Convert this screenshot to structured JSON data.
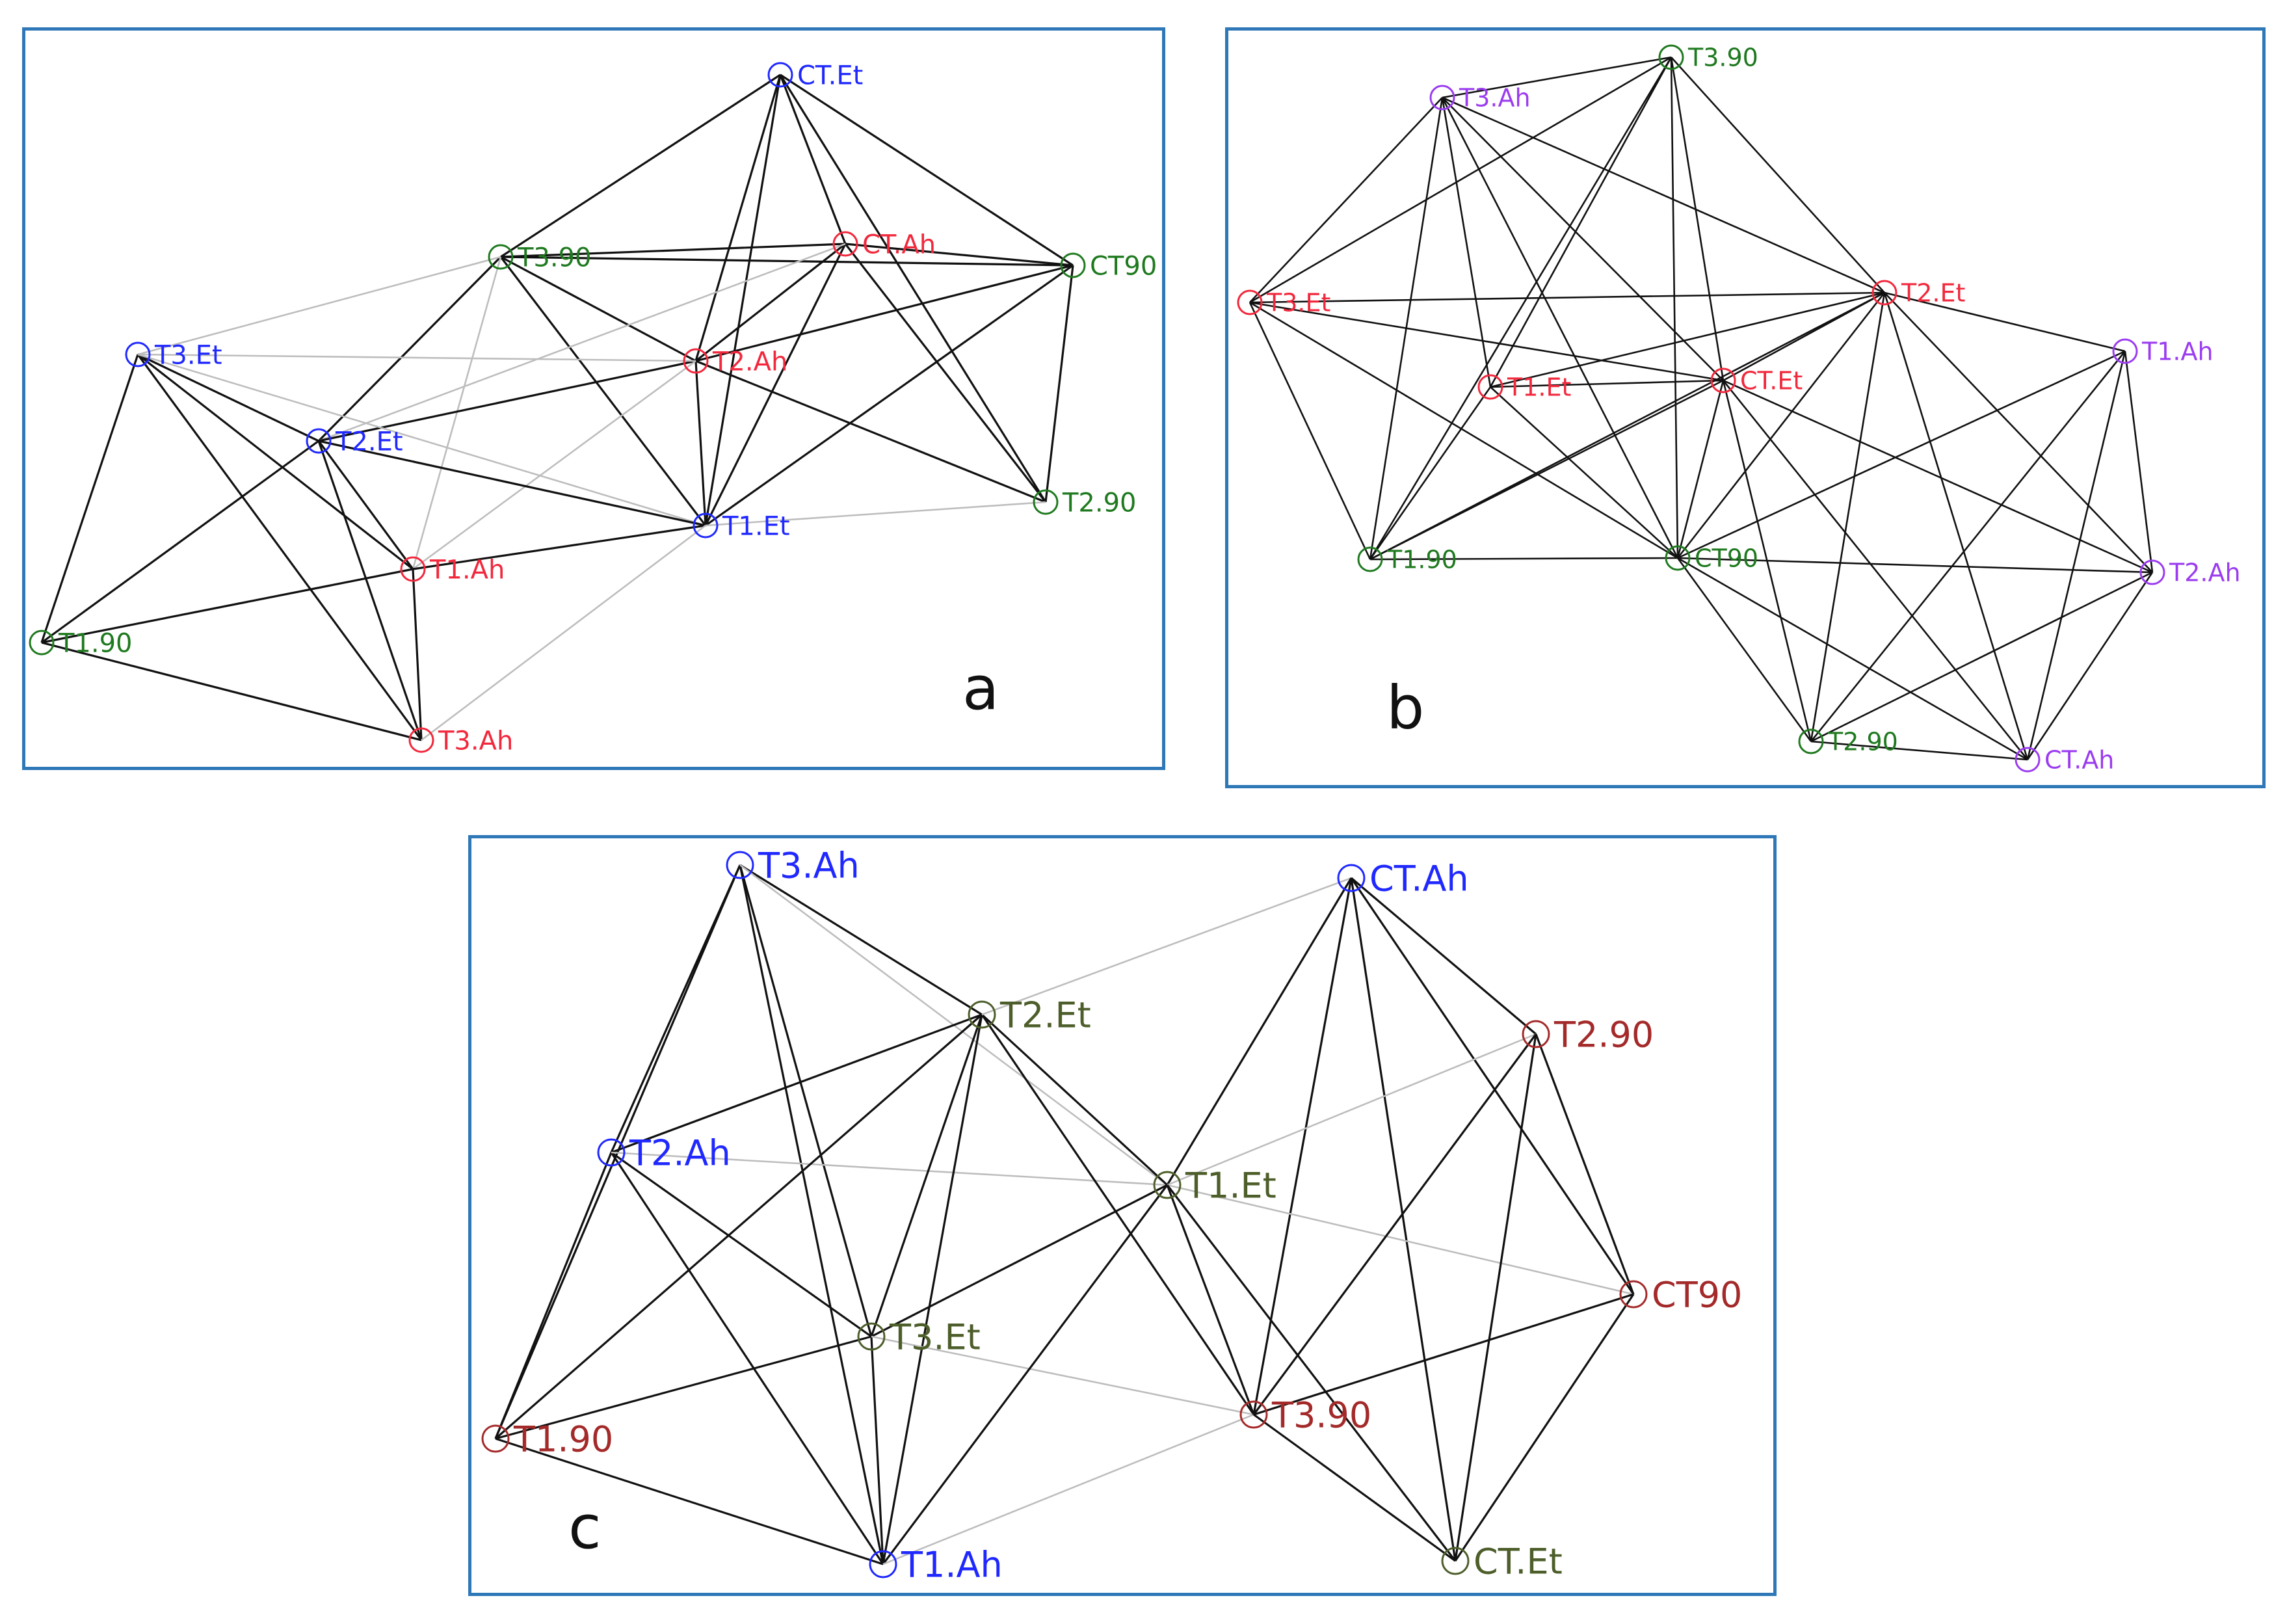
{
  "colors": {
    "blue": "#1f28ff",
    "red": "#f2283c",
    "green": "#1f7a1f",
    "purple": "#9b3cf0",
    "olive": "#4d5e2a",
    "darkred": "#a42a2a",
    "edge_dark": "#111111",
    "edge_light": "#bdbdbd"
  },
  "panels": [
    {
      "letter": "a",
      "nodes": [
        {
          "id": "CT.Et",
          "label": "CT.Et",
          "color": "blue"
        },
        {
          "id": "T3.90",
          "label": "T3.90",
          "color": "green"
        },
        {
          "id": "CT.Ah",
          "label": "CT.Ah",
          "color": "red"
        },
        {
          "id": "CT90",
          "label": "CT90",
          "color": "green"
        },
        {
          "id": "T3.Et",
          "label": "T3.Et",
          "color": "blue"
        },
        {
          "id": "T2.Ah",
          "label": "T2.Ah",
          "color": "red"
        },
        {
          "id": "T2.Et",
          "label": "T2.Et",
          "color": "blue"
        },
        {
          "id": "T1.Et",
          "label": "T1.Et",
          "color": "blue"
        },
        {
          "id": "T2.90",
          "label": "T2.90",
          "color": "green"
        },
        {
          "id": "T1.Ah",
          "label": "T1.Ah",
          "color": "red"
        },
        {
          "id": "T1.90",
          "label": "T1.90",
          "color": "green"
        },
        {
          "id": "T3.Ah",
          "label": "T3.Ah",
          "color": "red"
        }
      ],
      "edges": [
        [
          "CT.Et",
          "T3.90",
          1
        ],
        [
          "CT.Et",
          "CT.Ah",
          1
        ],
        [
          "CT.Et",
          "CT90",
          1
        ],
        [
          "CT.Et",
          "T2.Ah",
          1
        ],
        [
          "CT.Et",
          "T1.Et",
          1
        ],
        [
          "CT.Et",
          "T2.90",
          1
        ],
        [
          "T3.90",
          "CT.Ah",
          1
        ],
        [
          "T3.90",
          "CT90",
          1
        ],
        [
          "T3.90",
          "T2.Ah",
          1
        ],
        [
          "T3.90",
          "T1.Et",
          1
        ],
        [
          "T3.90",
          "T2.Et",
          1
        ],
        [
          "T3.90",
          "T1.Ah",
          0
        ],
        [
          "CT.Ah",
          "CT90",
          1
        ],
        [
          "CT.Ah",
          "T2.Ah",
          1
        ],
        [
          "CT.Ah",
          "T1.Et",
          1
        ],
        [
          "CT.Ah",
          "T2.90",
          1
        ],
        [
          "CT.Ah",
          "T2.Et",
          0
        ],
        [
          "CT90",
          "T2.Ah",
          1
        ],
        [
          "CT90",
          "T1.Et",
          1
        ],
        [
          "CT90",
          "T2.90",
          1
        ],
        [
          "T2.Ah",
          "T1.Et",
          1
        ],
        [
          "T2.Ah",
          "T2.90",
          1
        ],
        [
          "T2.Ah",
          "T2.Et",
          1
        ],
        [
          "T2.Ah",
          "T1.Ah",
          0
        ],
        [
          "T3.Et",
          "T3.90",
          0
        ],
        [
          "T3.Et",
          "T2.Ah",
          0
        ],
        [
          "T3.Et",
          "T2.Et",
          1
        ],
        [
          "T3.Et",
          "T1.Ah",
          1
        ],
        [
          "T3.Et",
          "T1.90",
          1
        ],
        [
          "T3.Et",
          "T3.Ah",
          1
        ],
        [
          "T3.Et",
          "T1.Et",
          0
        ],
        [
          "T2.Et",
          "T1.Et",
          1
        ],
        [
          "T2.Et",
          "T1.Ah",
          1
        ],
        [
          "T2.Et",
          "T1.90",
          1
        ],
        [
          "T2.Et",
          "T3.Ah",
          1
        ],
        [
          "T1.Ah",
          "T1.Et",
          1
        ],
        [
          "T1.Ah",
          "T1.90",
          1
        ],
        [
          "T1.Ah",
          "T3.Ah",
          1
        ],
        [
          "T1.90",
          "T3.Ah",
          1
        ],
        [
          "T1.Et",
          "T2.90",
          0
        ],
        [
          "T1.Et",
          "T3.Ah",
          0
        ]
      ]
    },
    {
      "letter": "b",
      "nodes": [
        {
          "id": "T3.90",
          "label": "T3.90",
          "color": "green"
        },
        {
          "id": "T3.Ah",
          "label": "T3.Ah",
          "color": "purple"
        },
        {
          "id": "T3.Et",
          "label": "T3.Et",
          "color": "red"
        },
        {
          "id": "T2.Et",
          "label": "T2.Et",
          "color": "red"
        },
        {
          "id": "T1.Ah",
          "label": "T1.Ah",
          "color": "purple"
        },
        {
          "id": "T1.Et",
          "label": "T1.Et",
          "color": "red"
        },
        {
          "id": "CT.Et",
          "label": "CT.Et",
          "color": "red"
        },
        {
          "id": "T1.90",
          "label": "T1.90",
          "color": "green"
        },
        {
          "id": "CT90",
          "label": "CT90",
          "color": "green"
        },
        {
          "id": "T2.Ah",
          "label": "T2.Ah",
          "color": "purple"
        },
        {
          "id": "T2.90",
          "label": "T2.90",
          "color": "green"
        },
        {
          "id": "CT.Ah",
          "label": "CT.Ah",
          "color": "purple"
        }
      ],
      "edges": [
        [
          "T3.90",
          "T3.Ah",
          1
        ],
        [
          "T3.90",
          "T3.Et",
          1
        ],
        [
          "T3.90",
          "T2.Et",
          1
        ],
        [
          "T3.90",
          "T1.90",
          1
        ],
        [
          "T3.90",
          "CT90",
          1
        ],
        [
          "T3.90",
          "CT.Et",
          1
        ],
        [
          "T3.90",
          "T1.Et",
          1
        ],
        [
          "T3.Ah",
          "T3.Et",
          1
        ],
        [
          "T3.Ah",
          "T2.Et",
          1
        ],
        [
          "T3.Ah",
          "T1.90",
          1
        ],
        [
          "T3.Ah",
          "CT90",
          1
        ],
        [
          "T3.Ah",
          "CT.Et",
          1
        ],
        [
          "T3.Ah",
          "T1.Et",
          1
        ],
        [
          "T3.Et",
          "T1.90",
          1
        ],
        [
          "T3.Et",
          "CT.Et",
          1
        ],
        [
          "T3.Et",
          "CT90",
          1
        ],
        [
          "T3.Et",
          "T2.Et",
          1
        ],
        [
          "T1.Et",
          "CT.Et",
          1
        ],
        [
          "T1.Et",
          "T2.Et",
          1
        ],
        [
          "T1.Et",
          "T1.90",
          1
        ],
        [
          "T1.Et",
          "CT90",
          1
        ],
        [
          "CT.Et",
          "T2.Et",
          1
        ],
        [
          "CT.Et",
          "T1.90",
          1
        ],
        [
          "CT.Et",
          "CT90",
          1
        ],
        [
          "CT.Et",
          "T2.90",
          1
        ],
        [
          "CT.Et",
          "T2.Ah",
          1
        ],
        [
          "CT.Et",
          "CT.Ah",
          1
        ],
        [
          "T1.90",
          "CT90",
          1
        ],
        [
          "T1.90",
          "T2.Et",
          1
        ],
        [
          "T2.Et",
          "T1.Ah",
          1
        ],
        [
          "T2.Et",
          "CT90",
          1
        ],
        [
          "T2.Et",
          "T2.Ah",
          1
        ],
        [
          "T2.Et",
          "T2.90",
          1
        ],
        [
          "T2.Et",
          "CT.Ah",
          1
        ],
        [
          "T1.Ah",
          "CT90",
          1
        ],
        [
          "T1.Ah",
          "T2.Ah",
          1
        ],
        [
          "T1.Ah",
          "T2.90",
          1
        ],
        [
          "T1.Ah",
          "CT.Ah",
          1
        ],
        [
          "CT90",
          "T2.Ah",
          1
        ],
        [
          "CT90",
          "T2.90",
          1
        ],
        [
          "CT90",
          "CT.Ah",
          1
        ],
        [
          "T2.Ah",
          "T2.90",
          1
        ],
        [
          "T2.Ah",
          "CT.Ah",
          1
        ],
        [
          "T2.90",
          "CT.Ah",
          1
        ]
      ]
    },
    {
      "letter": "c",
      "nodes": [
        {
          "id": "T3.Ah",
          "label": "T3.Ah",
          "color": "blue"
        },
        {
          "id": "CT.Ah",
          "label": "CT.Ah",
          "color": "blue"
        },
        {
          "id": "T2.Et",
          "label": "T2.Et",
          "color": "olive"
        },
        {
          "id": "T2.90",
          "label": "T2.90",
          "color": "darkred"
        },
        {
          "id": "T2.Ah",
          "label": "T2.Ah",
          "color": "blue"
        },
        {
          "id": "T1.Et",
          "label": "T1.Et",
          "color": "olive"
        },
        {
          "id": "CT90",
          "label": "CT90",
          "color": "darkred"
        },
        {
          "id": "T3.Et",
          "label": "T3.Et",
          "color": "olive"
        },
        {
          "id": "T3.90",
          "label": "T3.90",
          "color": "darkred"
        },
        {
          "id": "T1.90",
          "label": "T1.90",
          "color": "darkred"
        },
        {
          "id": "T1.Ah",
          "label": "T1.Ah",
          "color": "blue"
        },
        {
          "id": "CT.Et",
          "label": "CT.Et",
          "color": "olive"
        }
      ],
      "edges": [
        [
          "T3.Ah",
          "T2.Ah",
          1
        ],
        [
          "T3.Ah",
          "T1.90",
          1
        ],
        [
          "T3.Ah",
          "T3.Et",
          1
        ],
        [
          "T3.Ah",
          "T1.Ah",
          1
        ],
        [
          "T3.Ah",
          "T2.Et",
          1
        ],
        [
          "T3.Ah",
          "T1.Et",
          0
        ],
        [
          "T2.Ah",
          "T2.Et",
          1
        ],
        [
          "T2.Ah",
          "T1.90",
          1
        ],
        [
          "T2.Ah",
          "T3.Et",
          1
        ],
        [
          "T2.Ah",
          "T1.Ah",
          1
        ],
        [
          "T2.Ah",
          "T1.Et",
          0
        ],
        [
          "T2.Et",
          "T3.Et",
          1
        ],
        [
          "T2.Et",
          "T1.Ah",
          1
        ],
        [
          "T2.Et",
          "T1.90",
          1
        ],
        [
          "T2.Et",
          "T1.Et",
          1
        ],
        [
          "T2.Et",
          "T3.90",
          1
        ],
        [
          "T2.Et",
          "CT.Ah",
          0
        ],
        [
          "T3.Et",
          "T1.90",
          1
        ],
        [
          "T3.Et",
          "T1.Ah",
          1
        ],
        [
          "T3.Et",
          "T1.Et",
          1
        ],
        [
          "T3.Et",
          "T3.90",
          0
        ],
        [
          "T1.90",
          "T1.Ah",
          1
        ],
        [
          "T1.Ah",
          "T1.Et",
          1
        ],
        [
          "T1.Ah",
          "T3.90",
          0
        ],
        [
          "CT.Ah",
          "T1.Et",
          1
        ],
        [
          "CT.Ah",
          "T2.90",
          1
        ],
        [
          "CT.Ah",
          "CT90",
          1
        ],
        [
          "CT.Ah",
          "T3.90",
          1
        ],
        [
          "CT.Ah",
          "CT.Et",
          1
        ],
        [
          "T1.Et",
          "T2.90",
          0
        ],
        [
          "T1.Et",
          "CT90",
          0
        ],
        [
          "T1.Et",
          "T3.90",
          1
        ],
        [
          "T1.Et",
          "CT.Et",
          1
        ],
        [
          "T2.90",
          "CT90",
          1
        ],
        [
          "T2.90",
          "T3.90",
          1
        ],
        [
          "T2.90",
          "CT.Et",
          1
        ],
        [
          "CT90",
          "T3.90",
          1
        ],
        [
          "CT90",
          "CT.Et",
          1
        ],
        [
          "T3.90",
          "CT.Et",
          1
        ]
      ]
    }
  ]
}
